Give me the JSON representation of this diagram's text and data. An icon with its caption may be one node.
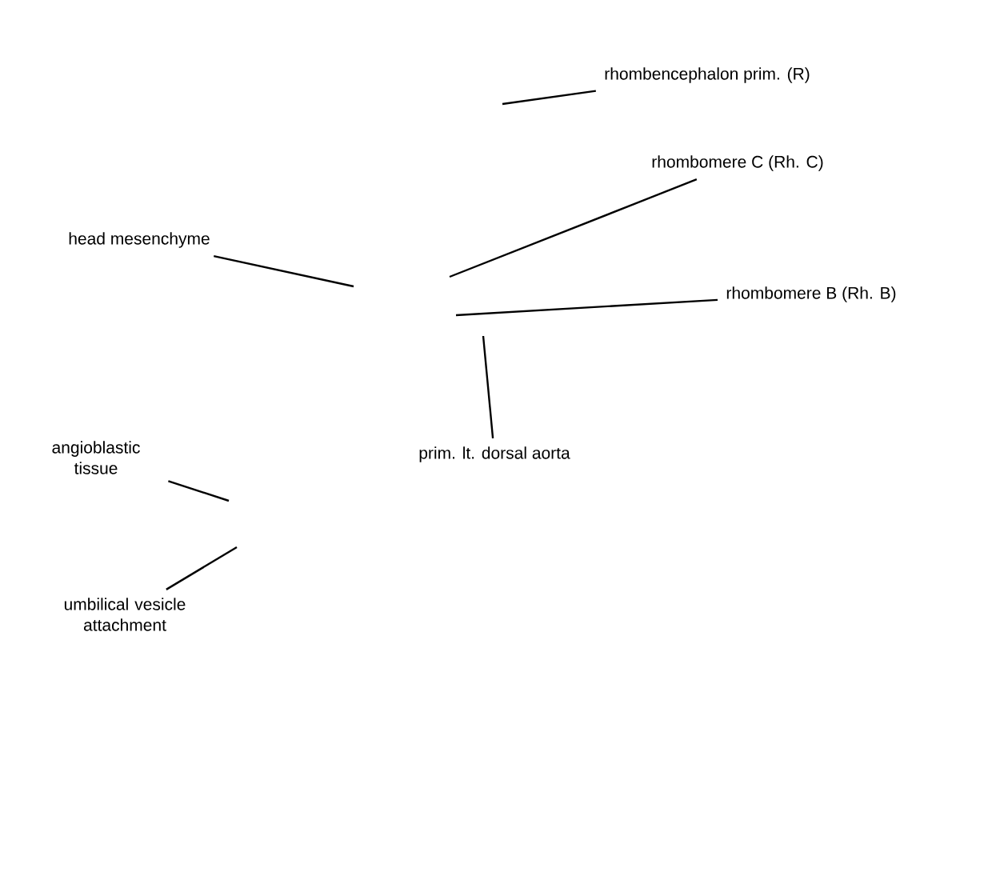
{
  "diagram": {
    "nodes": [
      {
        "text": [
          "rhombencephalon prim. (R)"
        ]
      },
      {
        "text": [
          "rhombomere C (Rh. C)"
        ]
      },
      {
        "text": [
          "head mesenchyme"
        ]
      },
      {
        "text": [
          "rhombomere B (Rh. B)"
        ]
      },
      {
        "text": [
          "prim. lt. dorsal aorta"
        ]
      },
      {
        "text": [
          "angioblastic tissue"
        ]
      },
      {
        "text": [
          "umbilical vesicle attachment"
        ]
      }
    ],
    "edges": [
      {
        "from": 0,
        "to": null,
        "arrow": "none"
      },
      {
        "from": 1,
        "to": null,
        "arrow": "none"
      },
      {
        "from": 2,
        "to": null,
        "arrow": "none"
      },
      {
        "from": 3,
        "to": null,
        "arrow": "none"
      },
      {
        "from": 4,
        "to": null,
        "arrow": "none"
      },
      {
        "from": 5,
        "to": null,
        "arrow": "none"
      },
      {
        "from": 6,
        "to": null,
        "arrow": "none"
      }
    ]
  }
}
